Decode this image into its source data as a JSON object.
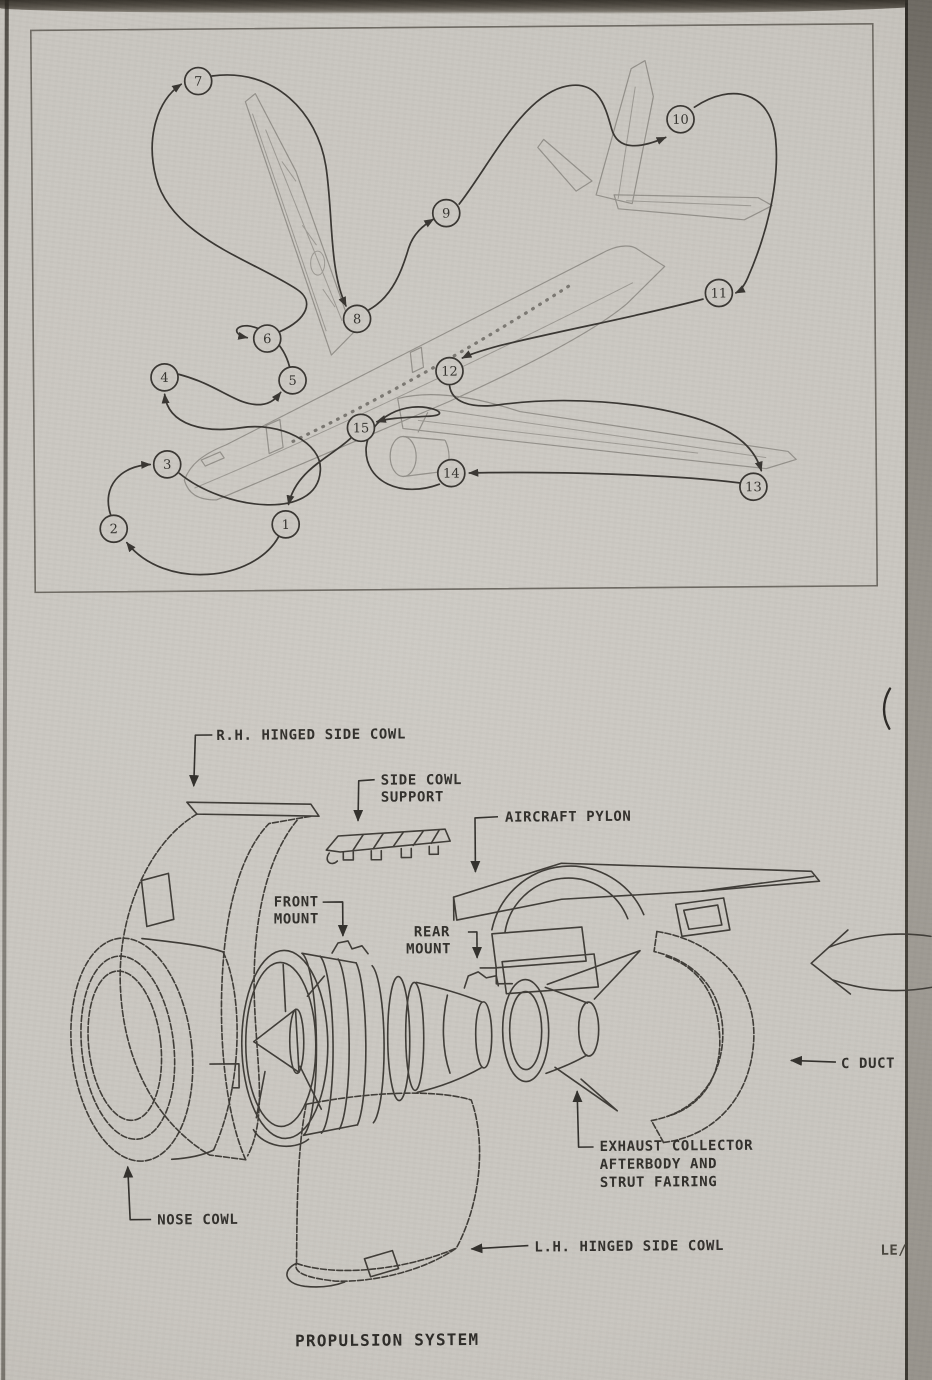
{
  "figures": {
    "overview": {
      "callouts": [
        "1",
        "2",
        "3",
        "4",
        "5",
        "6",
        "7",
        "8",
        "9",
        "10",
        "11",
        "12",
        "13",
        "14",
        "15"
      ]
    },
    "engine": {
      "labels": {
        "rh_cowl": "R.H. HINGED SIDE COWL",
        "side_cowl_support_line1": "SIDE COWL",
        "side_cowl_support_line2": "SUPPORT",
        "aircraft_pylon": "AIRCRAFT PYLON",
        "front_mount_line1": "FRONT",
        "front_mount_line2": "MOUNT",
        "rear_mount_line1": "REAR",
        "rear_mount_line2": "MOUNT",
        "c_duct": "C DUCT",
        "exhaust_line1": "EXHAUST COLLECTOR",
        "exhaust_line2": "AFTERBODY AND",
        "exhaust_line3": "STRUT FAIRING",
        "nose_cowl": "NOSE COWL",
        "lh_cowl": "L.H. HINGED SIDE COWL"
      },
      "caption": "PROPULSION SYSTEM"
    },
    "edge_text": "LE/"
  },
  "colors": {
    "paper": "#c9c6c0",
    "ink": "#33312d",
    "aircraft_sketch": "#94918b",
    "engine_ink": "#403d38",
    "scan_edge": "#39352e"
  }
}
